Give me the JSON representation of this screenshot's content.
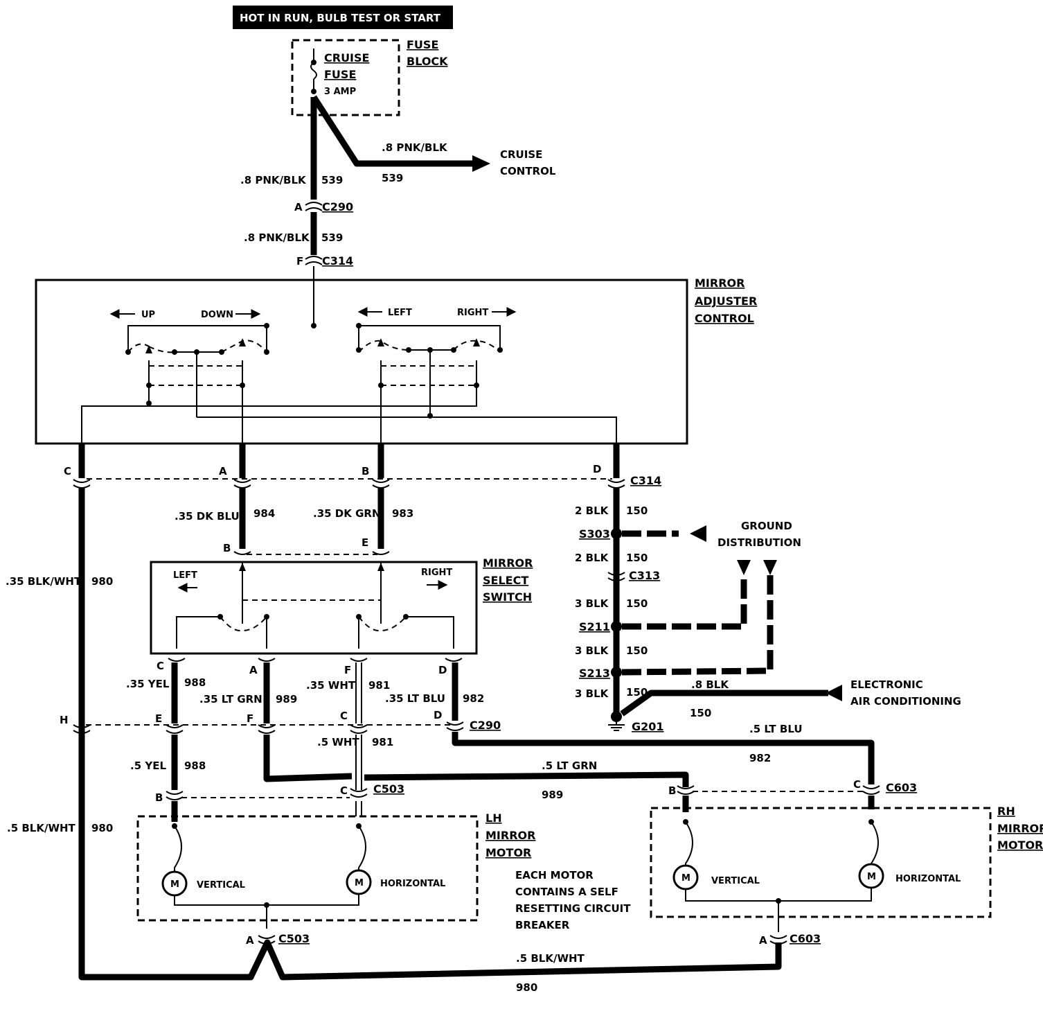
{
  "header": {
    "power_label": "HOT IN RUN, BULB TEST OR START"
  },
  "fuse_block": {
    "name_line1": "FUSE",
    "name_line2": "BLOCK",
    "fuse_line1": "CRUISE",
    "fuse_line2": "FUSE",
    "rating": "3 AMP"
  },
  "cruise_branch": {
    "wire": ".8 PNK/BLK",
    "circuit": "539",
    "dest_line1": "CRUISE",
    "dest_line2": "CONTROL"
  },
  "feed": {
    "wire1": ".8 PNK/BLK",
    "circuit1": "539",
    "wire2": ".8 PNK/BLK",
    "circuit2": "539"
  },
  "connectors": {
    "c290": "C290",
    "c314": "C314",
    "c313": "C313",
    "c503": "C503",
    "c603": "C603"
  },
  "pins": {
    "a": "A",
    "b": "B",
    "c": "C",
    "d": "D",
    "e": "E",
    "f": "F",
    "h": "H"
  },
  "adjuster": {
    "name_line1": "MIRROR",
    "name_line2": "ADJUSTER",
    "name_line3": "CONTROL",
    "up": "UP",
    "down": "DOWN",
    "left": "LEFT",
    "right": "RIGHT"
  },
  "select_switch": {
    "name_line1": "MIRROR",
    "name_line2": "SELECT",
    "name_line3": "SWITCH",
    "left": "LEFT",
    "right": "RIGHT"
  },
  "wires": {
    "dk_blu": ".35 DK BLU",
    "dk_blu_circuit": "984",
    "dk_grn": ".35 DK GRN",
    "dk_grn_circuit": "983",
    "blk_wht_35": ".35 BLK/WHT",
    "blk_wht_circuit": "980",
    "blk_wht_5": ".5 BLK/WHT",
    "yel_35": ".35 YEL",
    "yel_circuit": "988",
    "yel_5": ".5 YEL",
    "ltgrn_35": ".35 LT GRN",
    "ltgrn_circuit": "989",
    "ltgrn_5": ".5 LT GRN",
    "wht_35": ".35 WHT",
    "wht_circuit": "981",
    "wht_5": ".5 WHT",
    "ltblu_35": ".35 LT BLU",
    "ltblu_circuit": "982",
    "ltblu_5": ".5 LT BLU"
  },
  "ground": {
    "blk_2": "2 BLK",
    "blk_3": "3 BLK",
    "blk_8": ".8 BLK",
    "circuit": "150",
    "s303": "S303",
    "s211": "S211",
    "s213": "S213",
    "g201": "G201",
    "dist_line1": "GROUND",
    "dist_line2": "DISTRIBUTION",
    "eac_line1": "ELECTRONIC",
    "eac_line2": "AIR CONDITIONING"
  },
  "lh_motor": {
    "name_line1": "LH",
    "name_line2": "MIRROR",
    "name_line3": "MOTOR",
    "vertical": "VERTICAL",
    "horizontal": "HORIZONTAL",
    "m": "M"
  },
  "rh_motor": {
    "name_line1": "RH",
    "name_line2": "MIRROR",
    "name_line3": "MOTOR",
    "vertical": "VERTICAL",
    "horizontal": "HORIZONTAL",
    "m": "M"
  },
  "note": {
    "line1": "EACH MOTOR",
    "line2": "CONTAINS A SELF",
    "line3": "RESETTING CIRCUIT",
    "line4": "BREAKER"
  }
}
